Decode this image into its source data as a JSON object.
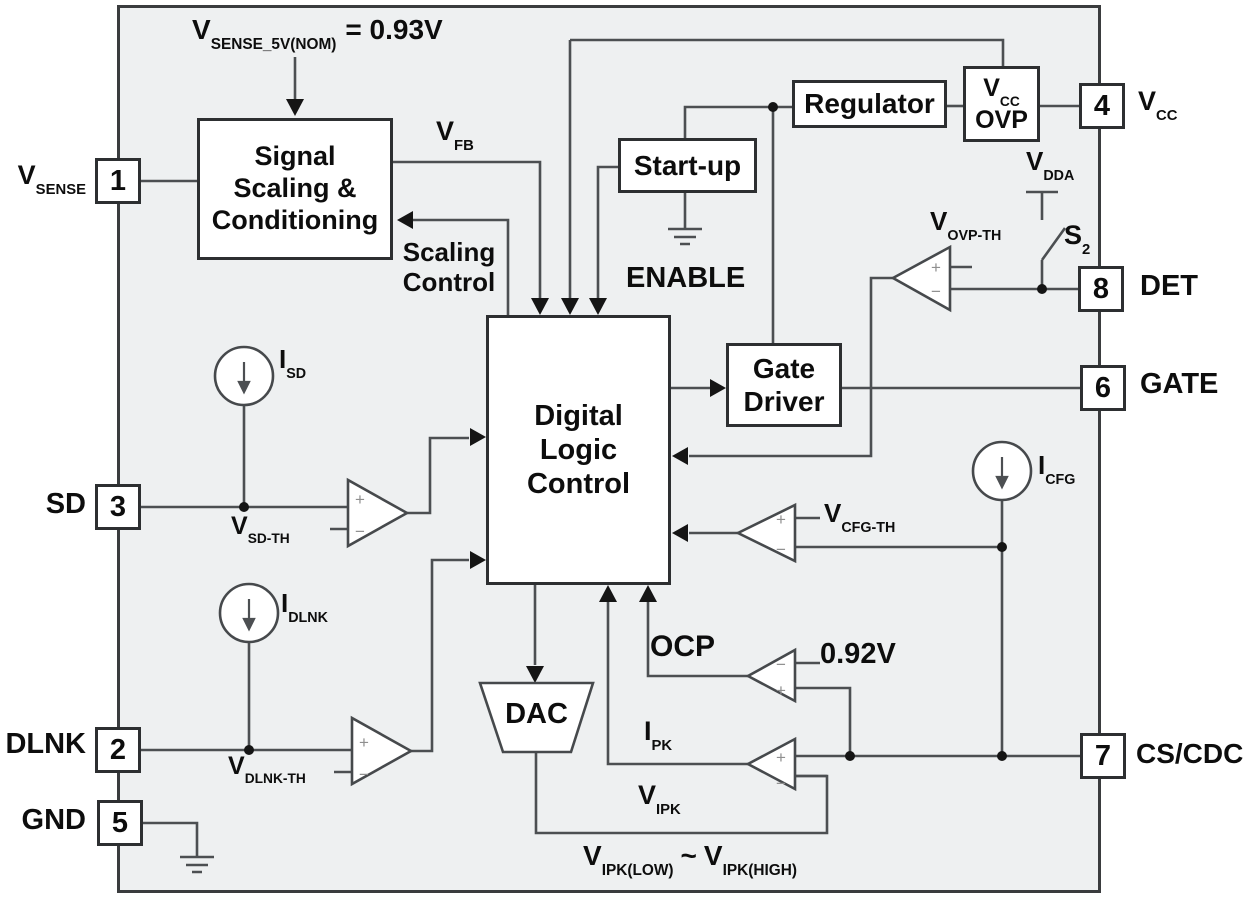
{
  "diagram": {
    "type": "IC functional block diagram"
  },
  "colors": {
    "chip_bg": "#eef0f1",
    "wire": "#4c4f52",
    "block_border": "#2d2f31",
    "ink": "#0d0d0d"
  },
  "symbols": {
    "plus": "+",
    "minus": "−"
  },
  "pins": {
    "p1": {
      "num": "1",
      "name_main": "V",
      "name_sub": "SENSE"
    },
    "p2": {
      "num": "2",
      "name_main": "DLNK"
    },
    "p3": {
      "num": "3",
      "name_main": "SD"
    },
    "p4": {
      "num": "4",
      "name_main": "V",
      "name_sub": "CC"
    },
    "p5": {
      "num": "5",
      "name_main": "GND"
    },
    "p6": {
      "num": "6",
      "name_main": "GATE"
    },
    "p7": {
      "num": "7",
      "name_main": "CS/CDC"
    },
    "p8": {
      "num": "8",
      "name_main": "DET"
    }
  },
  "blocks": {
    "signal": {
      "lines": [
        "Signal",
        "Scaling &",
        "Conditioning"
      ]
    },
    "startup": {
      "label": "Start-up"
    },
    "regulator": {
      "label": "Regulator"
    },
    "vcc_ovp": {
      "line1_main": "V",
      "line1_sub": "CC",
      "line2": "OVP"
    },
    "dlc": {
      "lines": [
        "Digital",
        "Logic",
        "Control"
      ]
    },
    "gate_driver": {
      "lines": [
        "Gate",
        "Driver"
      ]
    },
    "dac": {
      "label": "DAC"
    }
  },
  "labels": {
    "vsense_nom": {
      "main": "V",
      "sub": "SENSE_5V(NOM)",
      "tail": "= 0.93V"
    },
    "vfb": {
      "main": "V",
      "sub": "FB"
    },
    "scaling_control": {
      "lines": [
        "Scaling",
        "Control"
      ]
    },
    "enable": {
      "text": "ENABLE"
    },
    "vovp_th": {
      "main": "V",
      "sub": "OVP-TH"
    },
    "vdda": {
      "main": "V",
      "sub": "DDA"
    },
    "s2": {
      "main": "S",
      "sub": "2"
    },
    "vcfg_th": {
      "main": "V",
      "sub": "CFG-TH"
    },
    "icfg": {
      "main": "I",
      "sub": "CFG"
    },
    "isd": {
      "main": "I",
      "sub": "SD"
    },
    "vsd_th": {
      "main": "V",
      "sub": "SD-TH"
    },
    "idlnk": {
      "main": "I",
      "sub": "DLNK"
    },
    "vdlnk_th": {
      "main": "V",
      "sub": "DLNK-TH"
    },
    "ocp": {
      "text": "OCP"
    },
    "ocp_ref": {
      "text": "0.92V"
    },
    "ipk": {
      "main": "I",
      "sub": "PK"
    },
    "vipk": {
      "main": "V",
      "sub": "IPK"
    },
    "vipk_range": {
      "m1": "V",
      "s1": "IPK(LOW)",
      "mid": "~",
      "m2": "V",
      "s2": "IPK(HIGH)"
    }
  }
}
